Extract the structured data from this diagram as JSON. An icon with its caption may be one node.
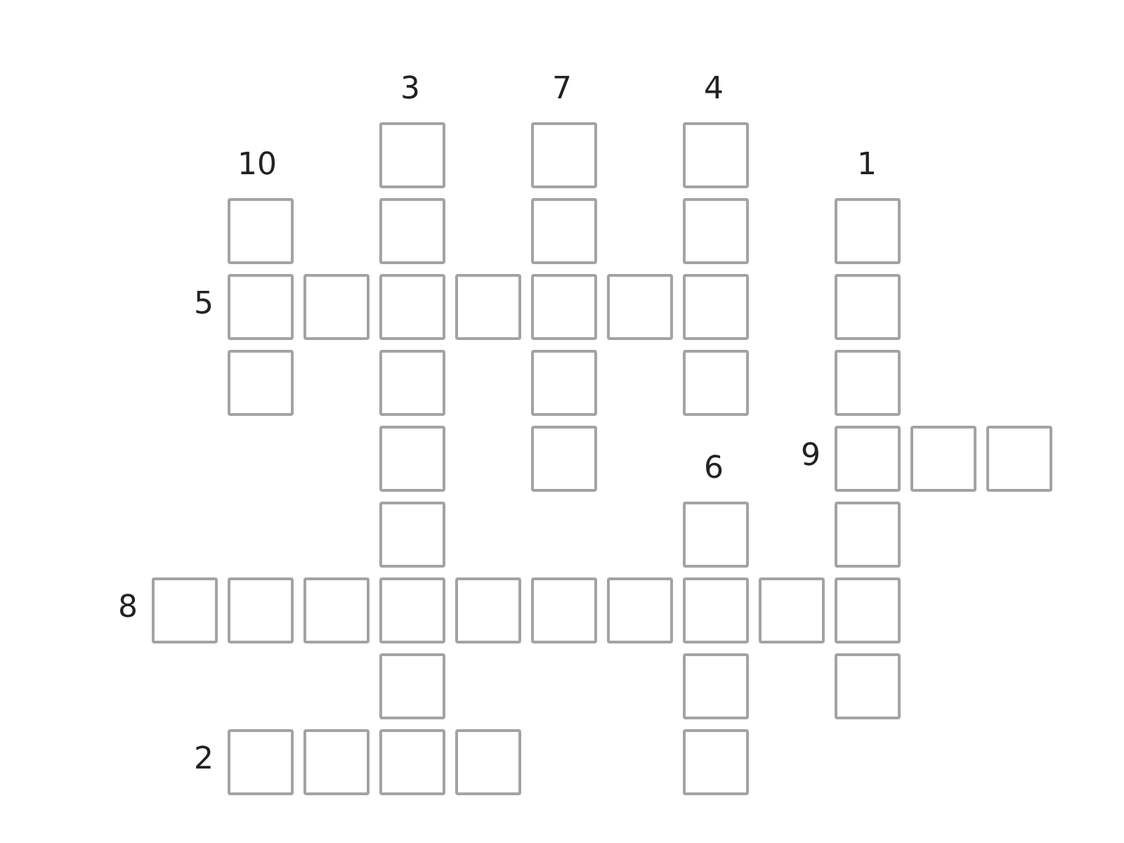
{
  "diagram": {
    "labels": [
      "3",
      "7",
      "4",
      "10",
      "1",
      "5",
      "9",
      "6",
      "8",
      "2"
    ]
  }
}
